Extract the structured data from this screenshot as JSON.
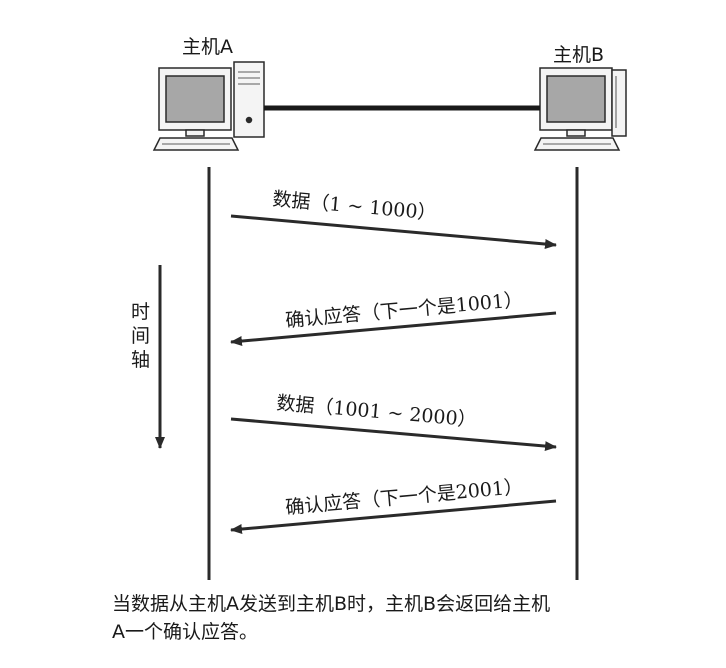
{
  "host_a": {
    "label": "主机A"
  },
  "host_b": {
    "label": "主机B"
  },
  "timeline": {
    "chars": [
      "时",
      "间",
      "轴"
    ]
  },
  "messages": [
    {
      "text": "数据（1 ~ 1000）",
      "direction": "A->B"
    },
    {
      "text": "确认应答（下一个是1001）",
      "direction": "B->A"
    },
    {
      "text": "数据（1001 ~ 2000）",
      "direction": "A->B"
    },
    {
      "text": "确认应答（下一个是2001）",
      "direction": "B->A"
    }
  ],
  "caption": {
    "line1": "当数据从主机A发送到主机B时，主机B会返回给主机",
    "line2": "A一个确认应答。"
  },
  "colors": {
    "line": "#2a2a2a",
    "screen": "#a7a7a7",
    "case": "#f4f4f4"
  }
}
